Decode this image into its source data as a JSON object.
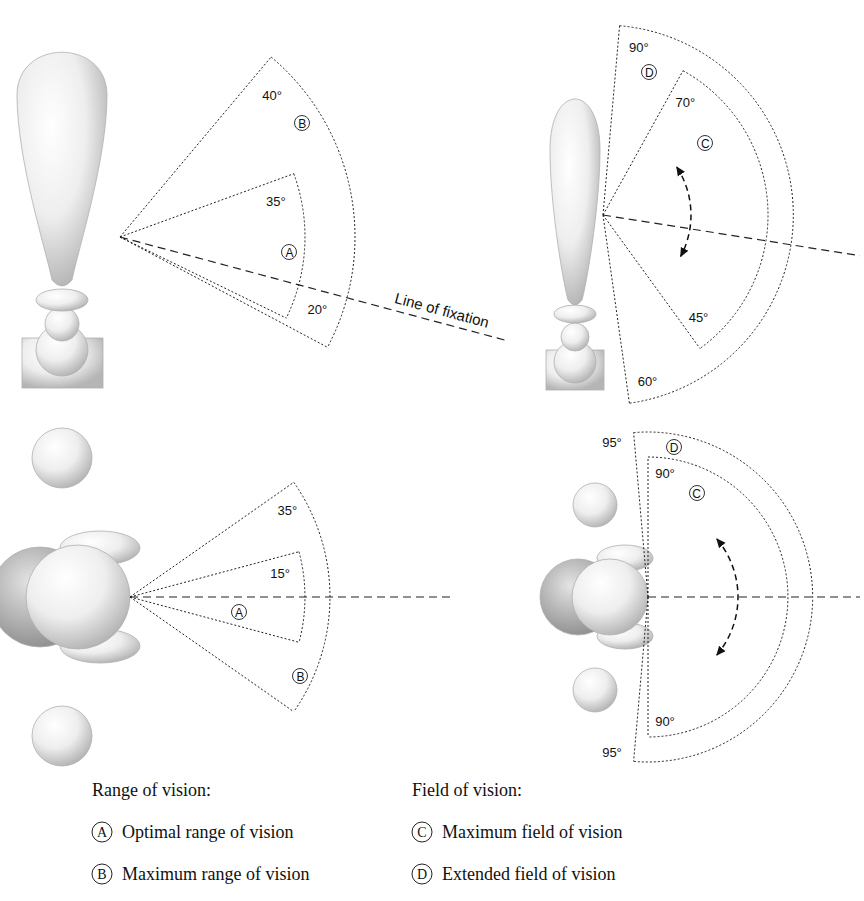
{
  "diagram": {
    "labels": [
      "40°",
      "B",
      "35°",
      "A",
      "20°",
      "Line of fixation",
      "90°",
      "D",
      "70°",
      "C",
      "45°",
      "60°",
      "35°",
      "A",
      "15°",
      "B",
      "95°",
      "D",
      "90°",
      "C",
      "90°",
      "95°",
      "Range of vision:",
      "A",
      "B",
      "Field of vision:",
      "C",
      "D"
    ],
    "legend": [
      {
        "text": "Optimal range of vision"
      },
      {
        "text": "Maximum range of vision"
      },
      {
        "text": "Maximum field of vision"
      },
      {
        "text": "Extended field of vision"
      }
    ]
  }
}
